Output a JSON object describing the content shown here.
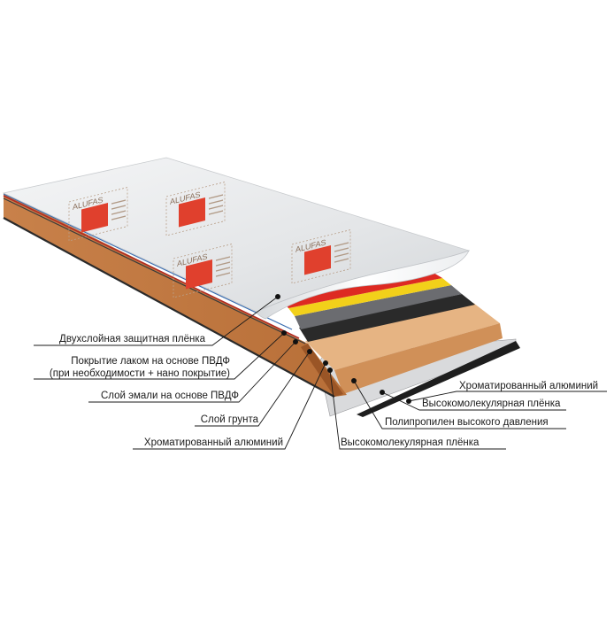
{
  "brand": {
    "logo_text": "ALUFAS"
  },
  "colors": {
    "protective_film": "#e7e8ea",
    "lacquer_blue": "#4a8fd6",
    "enamel_red": "#e12a22",
    "primer_yellow": "#f4d316",
    "aluminium_grey": "#5e5f63",
    "polymer_film_dark": "#222222",
    "polypropylene_core": "#e7b585",
    "core_side": "#c27842",
    "logo_square": "#e0402d",
    "leader_line": "#1a1a1a"
  },
  "labels": {
    "left": [
      {
        "id": "film",
        "lines": [
          "Двухслойная защитная плёнка"
        ]
      },
      {
        "id": "lacquer",
        "lines": [
          "Покрытие лаком на основе ПВДФ",
          "(при необходимости + нано покрытие)"
        ]
      },
      {
        "id": "enamel",
        "lines": [
          "Слой эмали на основе ПВДФ"
        ]
      },
      {
        "id": "primer",
        "lines": [
          "Слой грунта"
        ]
      },
      {
        "id": "alu_top",
        "lines": [
          "Хроматированный алюминий"
        ]
      }
    ],
    "right": [
      {
        "id": "hm_film_top",
        "lines": [
          "Высокомолекулярная плёнка"
        ]
      },
      {
        "id": "core",
        "lines": [
          "Полипропилен высокого давления"
        ]
      },
      {
        "id": "hm_film_bottom",
        "lines": [
          "Высокомолекулярная плёнка"
        ]
      },
      {
        "id": "alu_bottom",
        "lines": [
          "Хроматированный алюминий"
        ]
      }
    ]
  }
}
